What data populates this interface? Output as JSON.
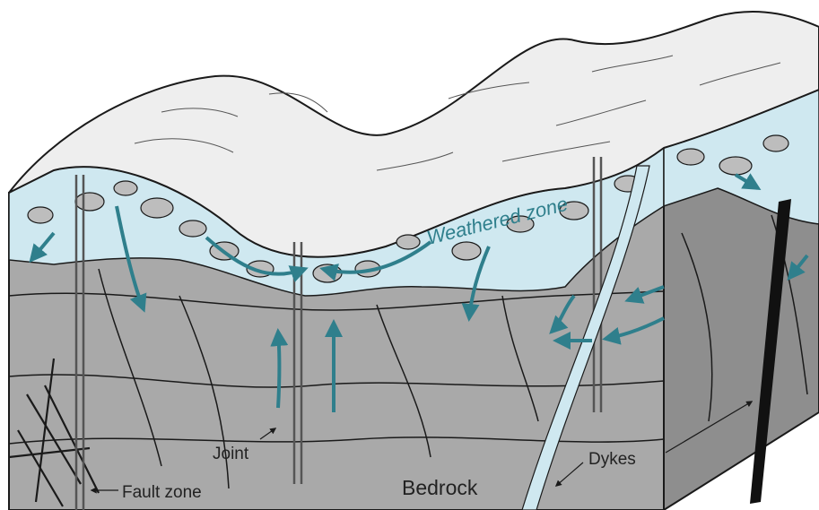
{
  "labels": {
    "weathered_zone": "Weathered zone",
    "joint": "Joint",
    "fault_zone": "Fault zone",
    "bedrock": "Bedrock",
    "dykes": "Dykes"
  },
  "colors": {
    "surface": "#eeeeee",
    "rock_front": "#a9a9a9",
    "rock_side": "#8e8e8e",
    "weathered": "#cfe8f0",
    "water_arrow": "#2f7f8c",
    "line": "#1a1a1a"
  }
}
